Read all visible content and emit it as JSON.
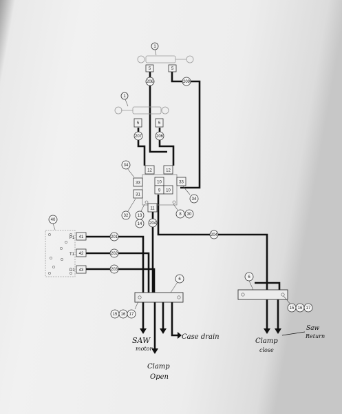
{
  "components": {
    "cylinder_top": {
      "tag": "1",
      "port_a": "5",
      "port_b": "5"
    },
    "cylinder_mid": {
      "tag": "1",
      "port_a": "5",
      "port_b": "5"
    },
    "manifold": {
      "ports": {
        "p12_left": "12",
        "p12_right": "12",
        "p10_left": "10",
        "p10_right": "10",
        "p9": "9",
        "p33_left": "33",
        "p33_right": "33",
        "p31": "31",
        "p11": "11"
      },
      "callouts": {
        "c34_top": "34",
        "c34_right": "34",
        "c32": "32",
        "c13": "13",
        "c14": "14",
        "c8": "8",
        "c30": "30"
      }
    },
    "pump_panel": {
      "tag": "40",
      "ports": [
        {
          "label": "P1",
          "fitting": "41",
          "hose": "201"
        },
        {
          "label": "T1",
          "fitting": "42",
          "hose": "202"
        },
        {
          "label": "D1",
          "fitting": "43",
          "hose": "203"
        }
      ]
    },
    "block_left": {
      "tag": "6",
      "callouts": [
        "15",
        "16",
        "17"
      ]
    },
    "block_right": {
      "tag": "6",
      "callouts": [
        "15",
        "16",
        "17"
      ]
    }
  },
  "hoses": {
    "h206_top": "206",
    "h209": "209",
    "h207": "207",
    "h206_mid": "206",
    "h204_vert": "204",
    "h204_horiz": "204"
  },
  "handwritten": {
    "saw_motor_line1": "SAW",
    "saw_motor_line2": "motor",
    "case_drain": "Case drain",
    "clamp_open_line1": "Clamp",
    "clamp_open_line2": "Open",
    "clamp_close_line1": "Clamp",
    "clamp_close_line2": "close",
    "saw_return_line1": "Saw",
    "saw_return_line2": "Return"
  }
}
